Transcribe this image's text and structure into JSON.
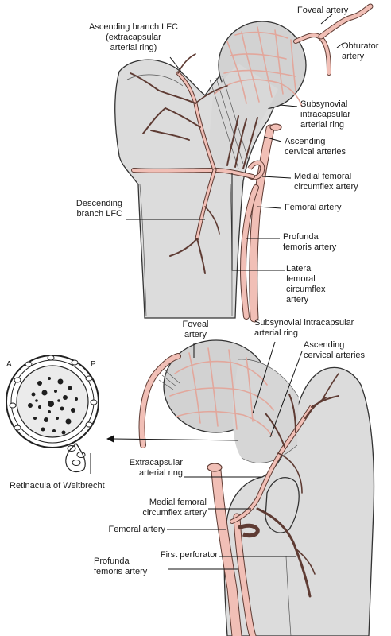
{
  "colors": {
    "artery_fill": "#f1bfb6",
    "artery_outline": "#5e3b33",
    "bone_fill": "#dcdcdc",
    "bone_outline": "#333333",
    "intracapsular_ring": "#e2a79c",
    "background": "#ffffff"
  },
  "labels": {
    "foveal_artery_top": "Foveal artery",
    "obturator_artery": "Obturator\nartery",
    "ascending_branch_lfc": "Ascending branch LFC\n(extracapsular\narterial ring)",
    "subsynovial_ring_top": "Subsynovial\nintracapsular\narterial ring",
    "ascending_cervical_top": "Ascending\ncervical arteries",
    "medial_femoral_circumflex_top": "Medial femoral\ncircumflex artery",
    "descending_branch_lfc": "Descending\nbranch LFC",
    "femoral_artery_top": "Femoral artery",
    "profunda_femoris_top": "Profunda\nfemoris artery",
    "lateral_femoral_circumflex": "Lateral\nfemoral\ncircumflex\nartery",
    "foveal_artery_bottom": "Foveal\nartery",
    "subsynovial_ring_bottom": "Subsynovial intracapsular\narterial ring",
    "ascending_cervical_bottom": "Ascending\ncervical arteries",
    "orientation_anterior": "A",
    "orientation_posterior": "P",
    "extracapsular_ring": "Extracapsular\narterial ring",
    "retinacula": "Retinacula of Weitbrecht",
    "medial_femoral_circumflex_bottom": "Medial femoral\ncircumflex artery",
    "femoral_artery_bottom": "Femoral artery",
    "first_perforator": "First perforator",
    "profunda_femoris_bottom": "Profunda\nfemoris artery"
  }
}
